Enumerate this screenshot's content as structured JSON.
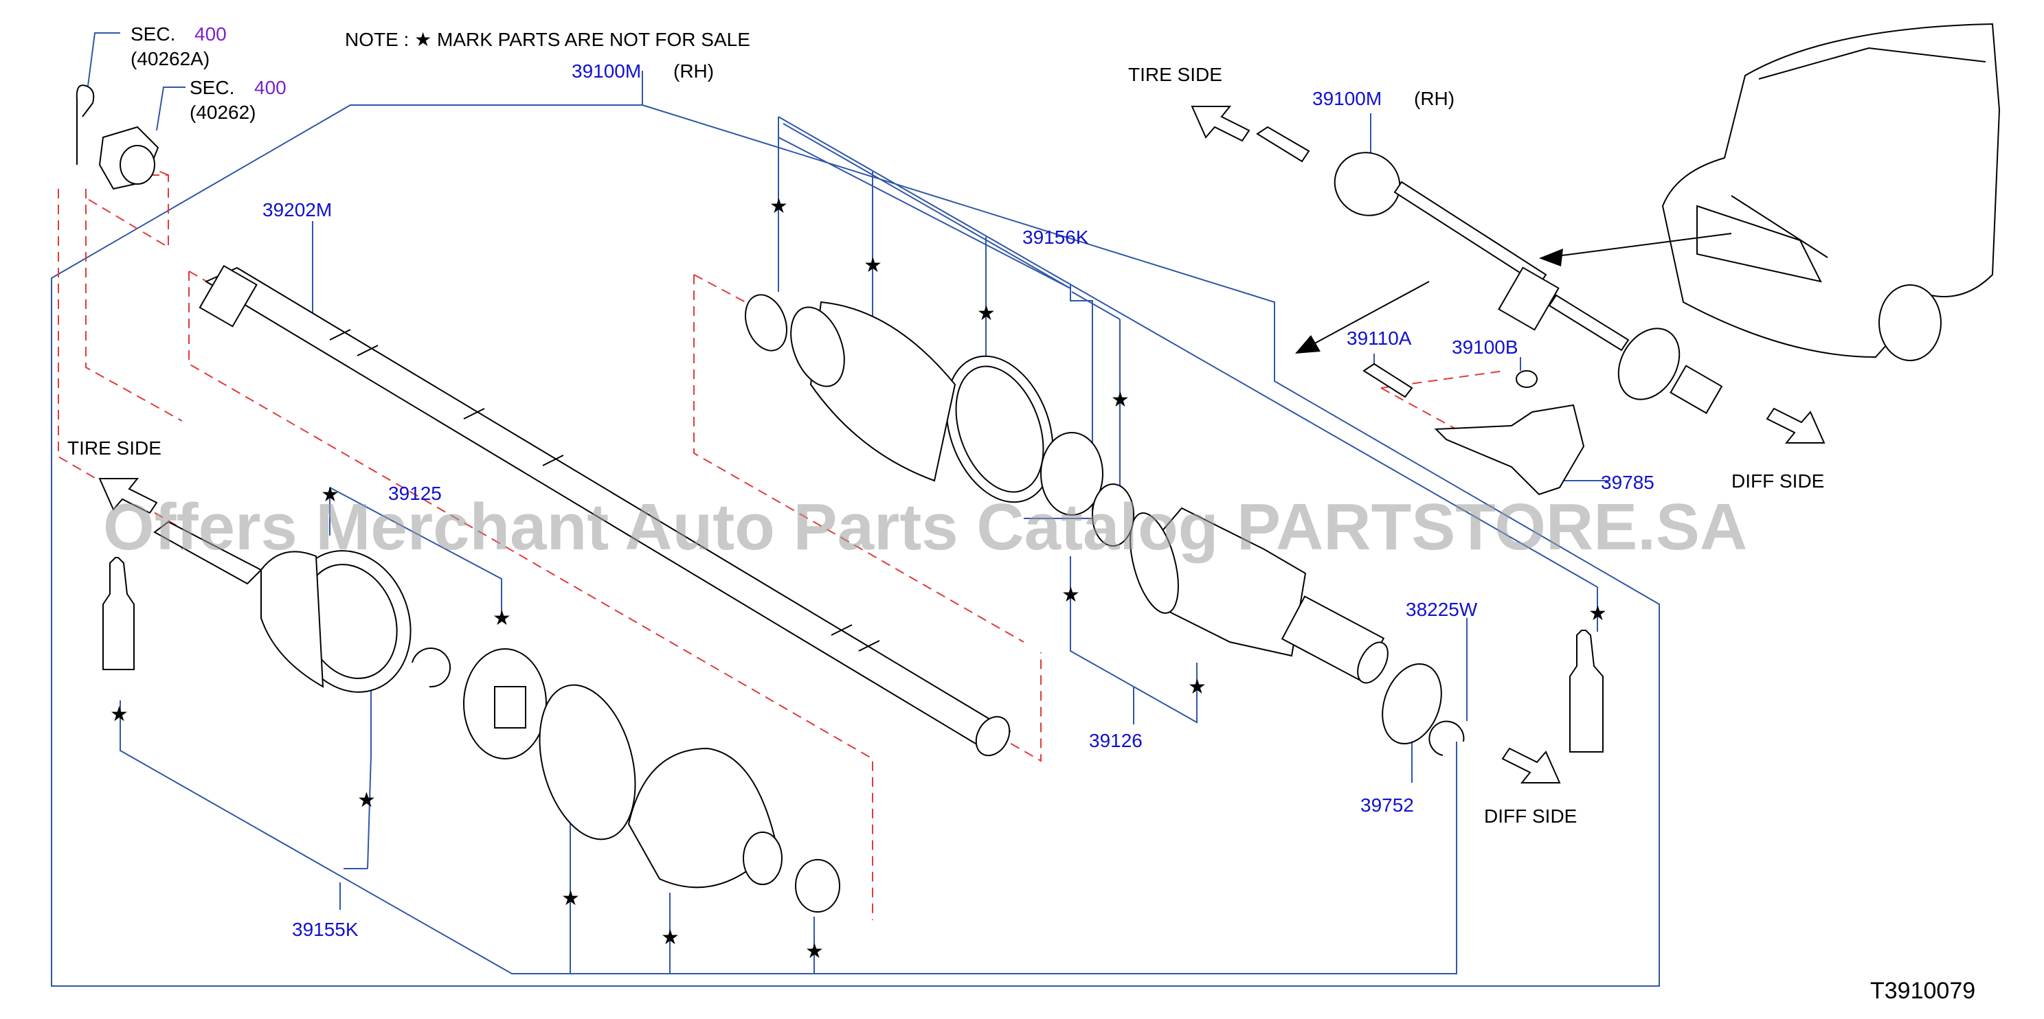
{
  "note": "NOTE  :  ★  MARK  PARTS  ARE  NOT  FOR  SALE",
  "sections": {
    "sec_a_label": "SEC.",
    "sec_a_num": "400",
    "sec_a_ref": "(40262A)",
    "sec_b_label": "SEC.",
    "sec_b_num": "400",
    "sec_b_ref": "(40262)"
  },
  "parts": {
    "assy_main": "39100M",
    "assy_main_side": "(RH)",
    "assy_overview": "39100M",
    "assy_overview_side": "(RH)",
    "shaft": "39202M",
    "boot_kit_inner": "39156K",
    "boot_kit_outer": "39155K",
    "bearing": "39125",
    "joint_inner": "39126",
    "bolt": "39110A",
    "nut": "39100B",
    "bracket": "39785",
    "ring": "38225W",
    "seal": "39752"
  },
  "directions": {
    "tire_side_top": "TIRE   SIDE",
    "tire_side_left": "TIRE   SIDE",
    "diff_side_right": "DIFF   SIDE",
    "diff_side_bottom": "DIFF   SIDE"
  },
  "star_symbol": "★",
  "watermark": "Offers Merchant Auto Parts Catalog PARTSTORE.SA",
  "diagram_code": "T3910079",
  "colors": {
    "part_number": "#1010d0",
    "section_number": "#7a22d0",
    "leader_line": "#2f57a8",
    "dashed_line": "#e23a3a"
  }
}
